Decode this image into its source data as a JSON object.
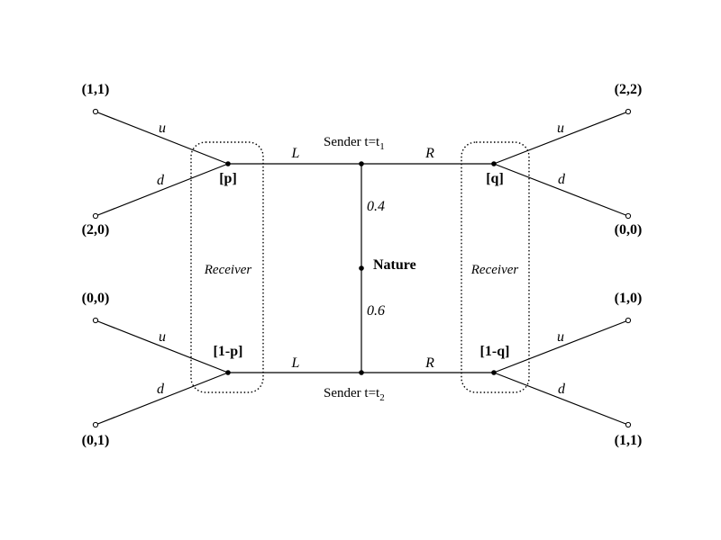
{
  "nature_label": "Nature",
  "prob_top": "0.4",
  "prob_bottom": "0.6",
  "sender_top": {
    "text": "Sender  t=t",
    "sub": "1"
  },
  "sender_bottom": {
    "text": "Sender  t=t",
    "sub": "2"
  },
  "actions": {
    "left": "L",
    "right": "R",
    "up": "u",
    "down": "d"
  },
  "beliefs": {
    "p": "[p]",
    "q": "[q]",
    "one_minus_p": "[1-p]",
    "one_minus_q": "[1-q]"
  },
  "receiver_label": "Receiver",
  "payoffs": {
    "tl_u": "(1,1)",
    "tl_d": "(2,0)",
    "tr_u": "(2,2)",
    "tr_d": "(0,0)",
    "bl_u": "(0,0)",
    "bl_d": "(0,1)",
    "br_u": "(1,0)",
    "br_d": "(1,1)"
  }
}
